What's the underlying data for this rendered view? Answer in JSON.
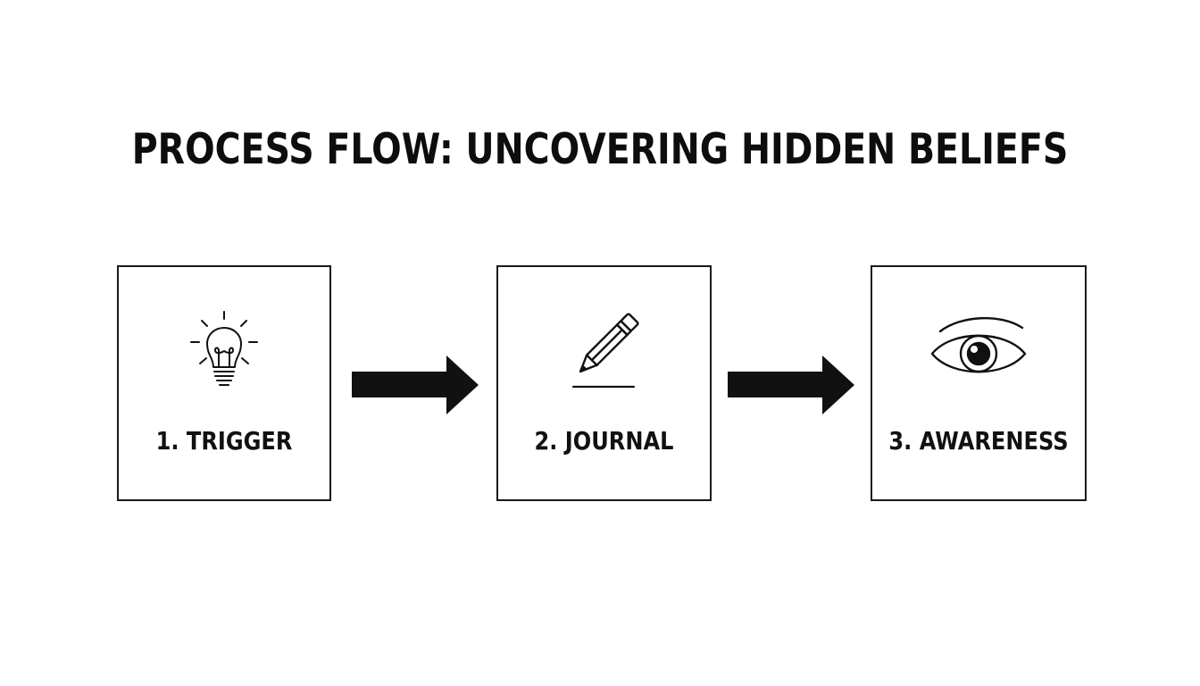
{
  "diagram": {
    "title": "PROCESS FLOW: UNCOVERING HIDDEN BELIEFS",
    "steps": [
      {
        "label": "1. TRIGGER",
        "icon": "lightbulb-icon"
      },
      {
        "label": "2. JOURNAL",
        "icon": "pencil-icon"
      },
      {
        "label": "3. AWARENESS",
        "icon": "eye-icon"
      }
    ],
    "connectors": [
      {
        "from": "1. TRIGGER",
        "to": "2. JOURNAL",
        "icon": "arrow-right-icon"
      },
      {
        "from": "2. JOURNAL",
        "to": "3. AWARENESS",
        "icon": "arrow-right-icon"
      }
    ],
    "colors": {
      "stroke": "#111111",
      "background": "#ffffff"
    }
  }
}
